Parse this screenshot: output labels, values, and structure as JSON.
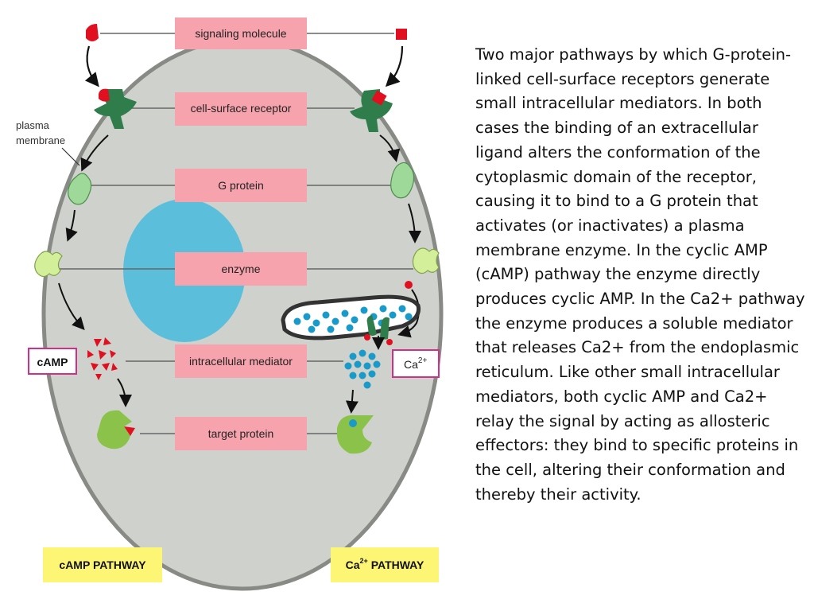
{
  "diagram": {
    "labels": {
      "signaling_molecule": "signaling molecule",
      "cell_surface_receptor": "cell-surface receptor",
      "g_protein": "G protein",
      "enzyme": "enzyme",
      "intracellular_mediator": "intracellular mediator",
      "target_protein": "target protein"
    },
    "plasma_membrane": {
      "line1": "plasma",
      "line2": "membrane"
    },
    "camp_label": "cAMP",
    "ca_label": {
      "base": "Ca",
      "superscript": "2+"
    },
    "camp_pathway": "cAMP PATHWAY",
    "ca_pathway": {
      "base": "Ca",
      "superscript": "2+",
      "rest": " PATHWAY"
    },
    "colors": {
      "cell_fill": "#cfd2cc",
      "cell_border": "#888a85",
      "label_box": "#f7a3ad",
      "nucleus": "#5bbfdc",
      "receptor_dark_green": "#2e7d4a",
      "g_protein_green": "#9ed99a",
      "enzyme_lime": "#d4ef9a",
      "target_green": "#8bc34a",
      "signal_red": "#e01020",
      "ca_dots": "#1a9ac8",
      "mediator_box_border": "#d0308a",
      "pathway_label_bg": "#fdf574"
    }
  },
  "description": "Two major pathways by which G-protein-linked cell-surface receptors generate small intracellular mediators. In both cases the binding of an extracellular ligand alters the conformation of the cytoplasmic domain of the receptor, causing it to bind to a G protein that activates (or inactivates) a plasma membrane enzyme. In the cyclic AMP (cAMP) pathway the enzyme directly produces cyclic AMP. In the Ca2+ pathway the enzyme produces a soluble mediator that releases Ca2+ from the endoplasmic reticulum. Like other small intracellular mediators, both cyclic AMP and Ca2+ relay the signal by acting as allosteric effectors: they bind to specific proteins in the cell, altering their conformation and thereby their activity."
}
